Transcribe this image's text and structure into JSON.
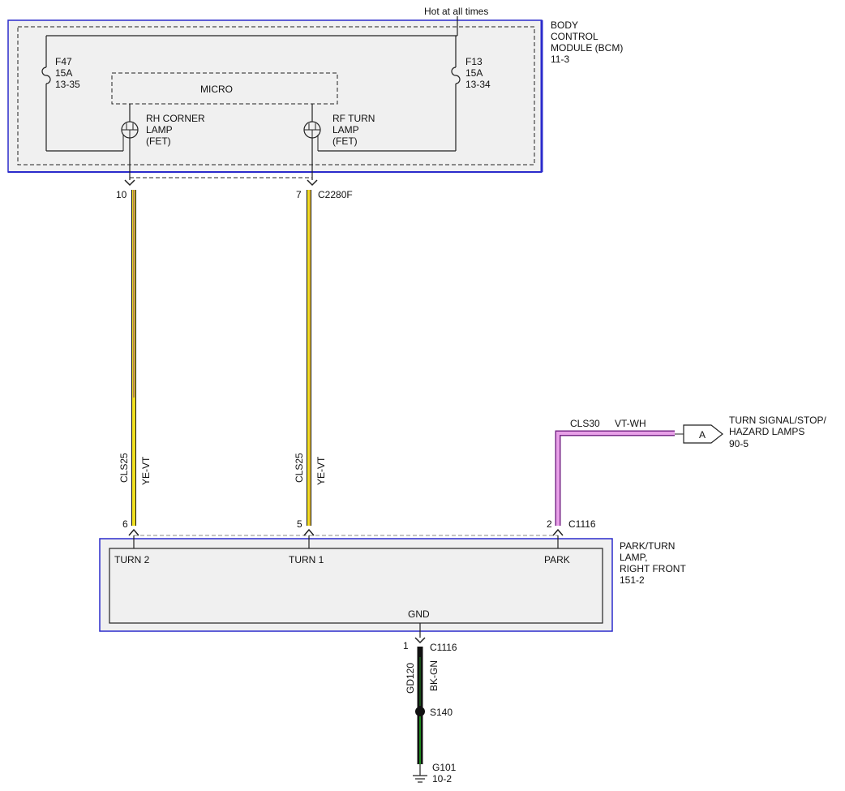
{
  "bcm": {
    "hot_label": "Hot at all times",
    "title_lines": [
      "BODY",
      "CONTROL",
      "MODULE (BCM)"
    ],
    "ref": "11-3",
    "micro_label": "MICRO",
    "fuse_left": {
      "name": "F47",
      "rating": "15A",
      "ref": "13-35"
    },
    "fuse_right": {
      "name": "F13",
      "rating": "15A",
      "ref": "13-34"
    },
    "fet_left": [
      "RH CORNER",
      "LAMP",
      "(FET)"
    ],
    "fet_right": [
      "RF TURN",
      "LAMP",
      "(FET)"
    ]
  },
  "connector_top": {
    "name": "C2280F",
    "pin_left": "10",
    "pin_right": "7"
  },
  "wire_left": {
    "circuit": "CLS25",
    "color_code": "YE-VT"
  },
  "wire_middle": {
    "circuit": "CLS25",
    "color_code": "YE-VT"
  },
  "wire_park": {
    "circuit": "CLS30",
    "color_code": "VT-WH"
  },
  "offpage": {
    "letter": "A",
    "label_lines": [
      "TURN SIGNAL/STOP/",
      "HAZARD LAMPS"
    ],
    "ref": "90-5"
  },
  "lamp": {
    "connector": "C1116",
    "pin_turn2": "6",
    "pin_turn1": "5",
    "pin_park": "2",
    "pin_gnd": "1",
    "terminal_turn2": "TURN 2",
    "terminal_turn1": "TURN 1",
    "terminal_park": "PARK",
    "terminal_gnd": "GND",
    "title_lines": [
      "PARK/TURN",
      "LAMP,",
      "RIGHT FRONT"
    ],
    "ref": "151-2"
  },
  "ground": {
    "connector": "C1116",
    "circuit": "GD120",
    "color_code": "BK-GN",
    "splice": "S140",
    "ground_point": "G101",
    "ref": "10-2"
  },
  "colors": {
    "module_border": "#2b2bcc",
    "module_fill": "#f0f0f0",
    "yellow": "#f0e020",
    "violet": "#7a2a8a",
    "pink": "#e8a0e8",
    "black": "#111111",
    "green": "#1e8a1e"
  }
}
